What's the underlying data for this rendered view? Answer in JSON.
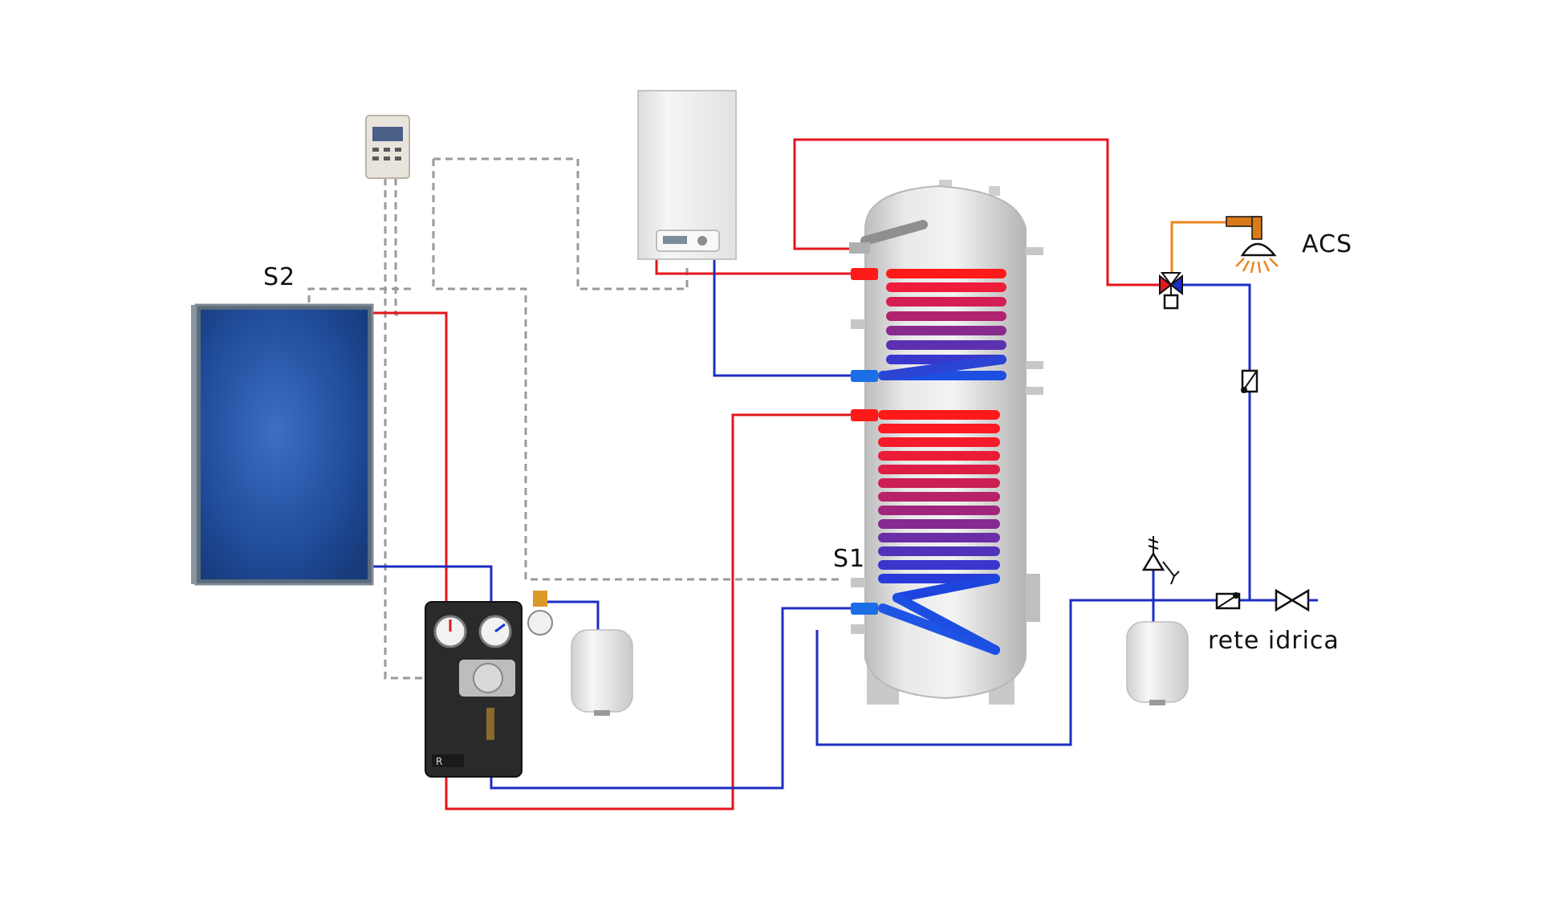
{
  "labels": {
    "s2": "S2",
    "s1": "S1",
    "acs": "ACS",
    "rete_idrica": "rete idrica"
  },
  "components": {
    "solar_collector": "solar-collector",
    "solar_controller": "solar-controller",
    "wall_boiler": "wall-boiler",
    "storage_tank": "storage-tank",
    "pump_station": "solar-pump-station",
    "pump_station_logo": "R",
    "solar_expansion_vessel": "expansion-vessel",
    "water_expansion_vessel": "expansion-vessel",
    "thermostatic_mixing_valve": "mixing-valve",
    "shower_head": "shower-icon",
    "check_valve": "check-valve-icon",
    "safety_valve": "safety-valve-icon",
    "shutoff_valve": "gate-valve-icon"
  },
  "colors": {
    "hot_pipe": "#e3161b",
    "cold_pipe": "#1d2ec2",
    "signal_wire": "#9a9a9a",
    "hot_water_outlet": "#e8861f",
    "collector": "#1f4f9e",
    "tank": "#d6d6d6",
    "pump_station": "#2a2a2a"
  }
}
